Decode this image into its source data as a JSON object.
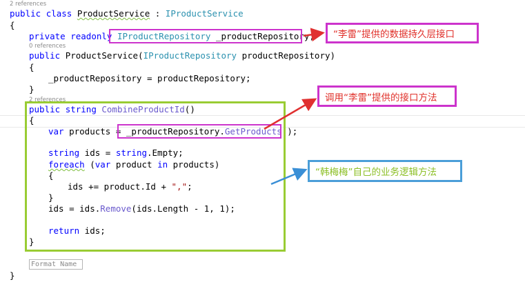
{
  "colors": {
    "keyword": "#0000ff",
    "type": "#2b91af",
    "method": "#6a5acd",
    "string": "#a31515",
    "magenta_box": "#cc33cc",
    "green_box": "#99cc33",
    "blue_box": "#4a9ed8",
    "red_arrow": "#e03030",
    "blue_arrow": "#3a8fd6",
    "callout1_text": "#e0302a",
    "callout2_text": "#e0302a",
    "callout3_text": "#8cbf26"
  },
  "refs": {
    "r1": "2 references",
    "r2": "0 references",
    "r3": "2 references"
  },
  "code": {
    "class_kw1": "public",
    "class_kw2": "class",
    "class_name": "ProductService",
    "class_sep": " : ",
    "class_iface": "IProductService",
    "brace_open": "{",
    "brace_close": "}",
    "field_kw1": "private",
    "field_kw2": "readonly",
    "field_type": "IProductRepository",
    "field_name": " _productRepository;",
    "ctor_kw": "public",
    "ctor_name": "ProductService(",
    "ctor_param_type": "IProductRepository",
    "ctor_param_name": " productRepository)",
    "assign": "_productRepository = productRepository;",
    "method_kw1": "public",
    "method_kw2": "string",
    "method_name": "CombineProductId",
    "method_parens": "()",
    "var_kw": "var",
    "var_decl": " products = ",
    "repo_ref": "_productRepository.",
    "get_products": "GetProducts",
    "call_end": "();",
    "ids_type": "string",
    "ids_decl": " ids = ",
    "str_kw": "string",
    "empty": ".Empty;",
    "foreach_kw": "foreach",
    "paren_open": " (",
    "var_kw2": "var",
    "product_in": " product ",
    "in_kw": "in",
    "products_close": " products)",
    "ids_plus": "ids += product.Id + ",
    "comma_str": "\",\"",
    "semi": ";",
    "ids_assign": "ids = ids.",
    "remove": "Remove",
    "remove_args": "(ids.Length - 1, 1);",
    "return_kw": "return",
    "return_rest": " ids;"
  },
  "format_box": "Format Name",
  "callouts": {
    "c1": "“李雷”提供的数据持久层接口",
    "c2": "调用“李雷”提供的接口方法",
    "c3": "“韩梅梅”自己的业务逻辑方法"
  }
}
